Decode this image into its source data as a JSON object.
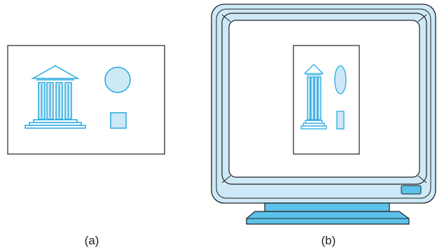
{
  "captions": {
    "a": "(a)",
    "b": "(b)"
  },
  "colors": {
    "stroke": "#27a9e1",
    "light_fill": "#cde9f7",
    "screen_fill": "#ffffff",
    "monitor_fill": "#cde9f7",
    "base_fill": "#5cc2ea",
    "outline": "#222222"
  },
  "icons": [
    "temple-icon",
    "circle-shape",
    "square-shape",
    "monitor-icon"
  ]
}
